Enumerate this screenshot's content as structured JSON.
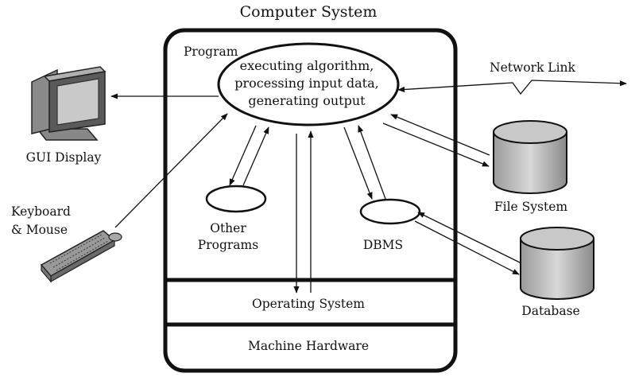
{
  "title": "Computer System",
  "program_label": "Program",
  "program_text": [
    "executing algorithm,",
    "processing input data,",
    "generating output"
  ],
  "os_label": "Operating System",
  "hw_label": "Machine Hardware",
  "other_programs": [
    "Other",
    "Programs"
  ],
  "dbms_label": "DBMS",
  "gui_label": "GUI Display",
  "keyboard_label": [
    "Keyboard",
    "& Mouse"
  ],
  "filesystem_label": "File System",
  "database_label": "Database",
  "network_label": "Network Link"
}
